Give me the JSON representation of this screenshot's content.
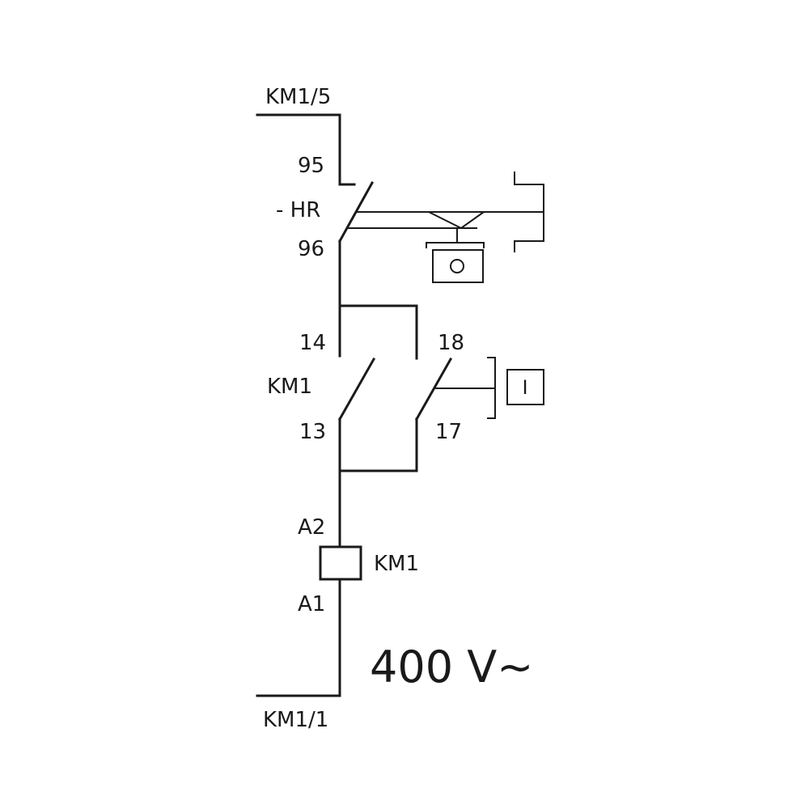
{
  "diagram": {
    "terminals": {
      "top": "KM1/5",
      "bottom": "KM1/1"
    },
    "overload_relay": {
      "tag": "- HR",
      "pin_in": "95",
      "pin_out": "96"
    },
    "contactor": {
      "tag": "KM1",
      "aux_pin_in": "13",
      "aux_pin_out": "14"
    },
    "start_contact": {
      "pin_in": "17",
      "pin_out": "18",
      "button_symbol": "I"
    },
    "coil": {
      "tag": "KM1",
      "pin_top": "A2",
      "pin_bottom": "A1"
    },
    "supply": {
      "voltage": "400 V~"
    }
  }
}
